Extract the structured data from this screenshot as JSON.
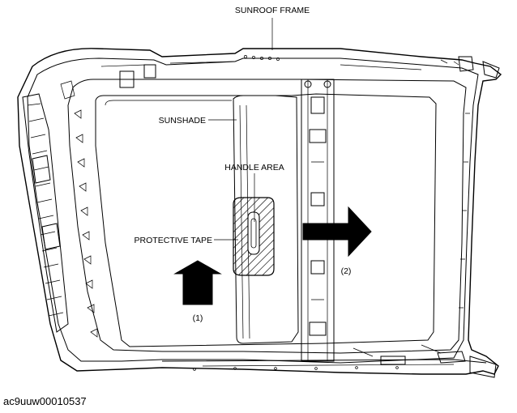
{
  "labels": {
    "sunroof_frame": "SUNROOF FRAME",
    "sunshade": "SUNSHADE",
    "handle_area": "HANDLE AREA",
    "protective_tape": "PROTECTIVE TAPE",
    "step_1": "(1)",
    "step_2": "(2)"
  },
  "figure_code": "ac9uuw00010537"
}
